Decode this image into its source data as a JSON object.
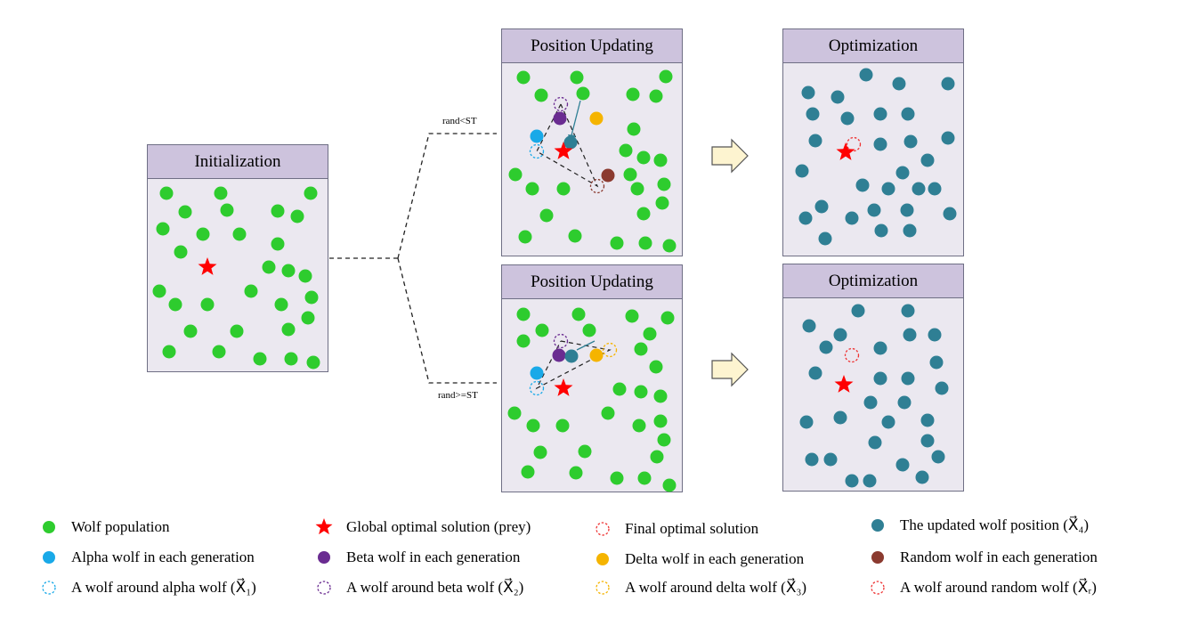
{
  "panels": {
    "init_title": "Initialization",
    "pos_top_title": "Position Updating",
    "pos_bottom_title": "Position Updating",
    "opt_top_title": "Optimization",
    "opt_bottom_title": "Optimization"
  },
  "conditions": {
    "top": "rand<ST",
    "bottom": "rand>=ST"
  },
  "colors": {
    "green": "#2ecc2e",
    "teal": "#2f7f94",
    "alpha": "#19a9e8",
    "beta": "#6a2c91",
    "delta": "#f5b400",
    "random": "#8b3a2f",
    "star": "#ff0000",
    "panel_bg": "#ebe8f0",
    "header_bg": "#cdc3dd",
    "arrow_fill": "#fdf4d0"
  },
  "legend": [
    {
      "symbol": "green-dot",
      "text": "Wolf population"
    },
    {
      "symbol": "alpha-dot",
      "text": "Alpha wolf in each generation"
    },
    {
      "symbol": "alpha-ring",
      "text": "A wolf around alpha wolf (X⃗₁)"
    },
    {
      "symbol": "star",
      "text": "Global optimal solution (prey)"
    },
    {
      "symbol": "beta-dot",
      "text": "Beta wolf in each generation"
    },
    {
      "symbol": "beta-ring",
      "text": "A wolf around beta wolf (X⃗₂)"
    },
    {
      "symbol": "red-ring",
      "text": "Final optimal solution"
    },
    {
      "symbol": "delta-dot",
      "text": "Delta wolf in each generation"
    },
    {
      "symbol": "delta-ring",
      "text": "A wolf around delta wolf (X⃗₃)"
    },
    {
      "symbol": "teal-dot",
      "text": "The updated wolf position (X⃗₄)"
    },
    {
      "symbol": "random-dot",
      "text": "Random wolf in each generation"
    },
    {
      "symbol": "random-ring",
      "text": "A wolf around random wolf (X⃗ᵣ)"
    }
  ]
}
